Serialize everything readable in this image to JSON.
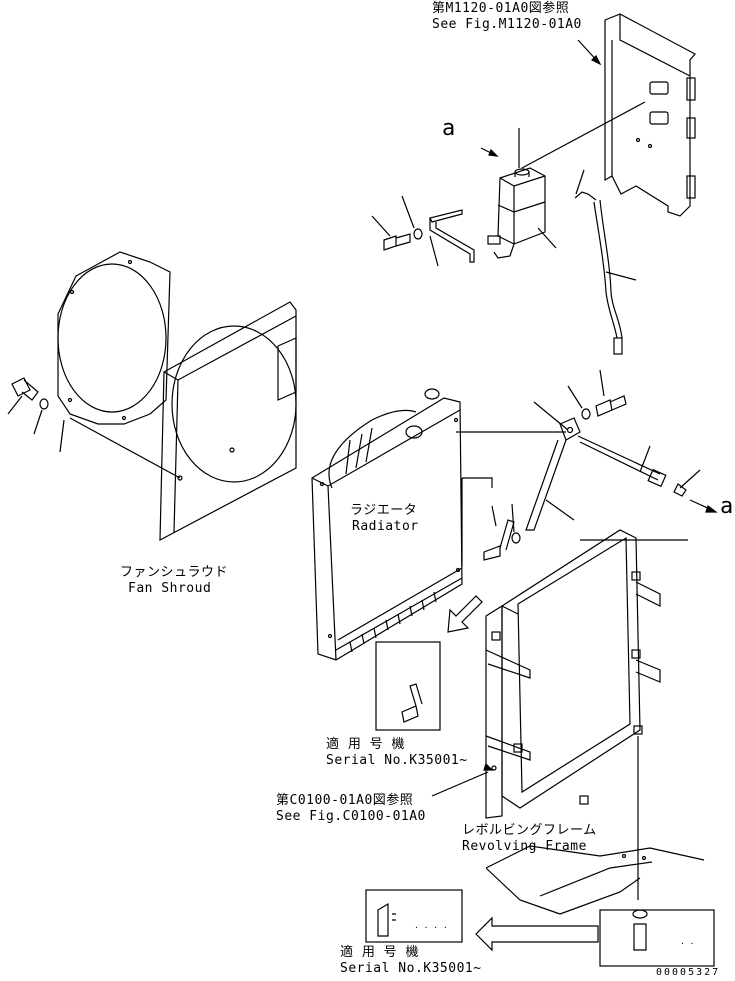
{
  "refs": {
    "m1120_jp": "第M1120-01A0図参照",
    "m1120_en": "See Fig.M1120-01A0",
    "c0100_jp": "第C0100-01A0図参照",
    "c0100_en": "See Fig.C0100-01A0"
  },
  "callout_a": "a",
  "radiator": {
    "jp": "ラジエータ",
    "en": "Radiator"
  },
  "fan_shroud": {
    "jp": "ファンシュラウド",
    "en": "Fan Shroud"
  },
  "revolving_frame": {
    "jp": "レボルビングフレーム",
    "en": "Revolving Frame"
  },
  "applicability": {
    "jp": "適 用 号 機",
    "en": "Serial No.K35001~"
  },
  "drawing_number": "00005327"
}
